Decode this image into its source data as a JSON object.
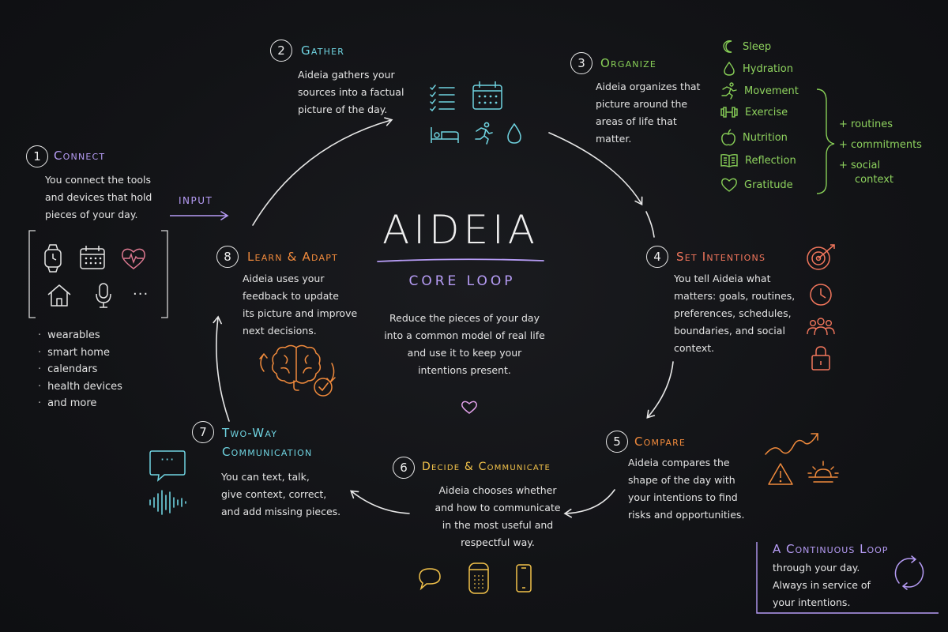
{
  "center": {
    "title": "Aideia",
    "subtitle": "Core Loop",
    "description": [
      "Reduce the pieces of your day",
      "into a common model of real life",
      "and use it to keep your",
      "intentions present."
    ]
  },
  "input_label": "Input",
  "steps": {
    "connect": {
      "number": "1",
      "title": "Connect",
      "lines": [
        "You connect the tools",
        "and devices that hold",
        "pieces of your day."
      ],
      "bullets": [
        "wearables",
        "smart home",
        "calendars",
        "health devices",
        "and more"
      ],
      "device_more": "···"
    },
    "gather": {
      "number": "2",
      "title": "Gather",
      "lines": [
        "Aideia gathers your",
        "sources into a factual",
        "picture of the day."
      ]
    },
    "organize": {
      "number": "3",
      "title": "Organize",
      "lines": [
        "Aideia organizes that",
        "picture around the",
        "areas of life that",
        "matter."
      ],
      "areas": [
        "Sleep",
        "Hydration",
        "Movement",
        "Exercise",
        "Nutrition",
        "Reflection",
        "Gratitude"
      ],
      "extras": [
        "+ routines",
        "+ commitments",
        "+ social",
        "context"
      ]
    },
    "set_intentions": {
      "number": "4",
      "title": "Set Intentions",
      "lines": [
        "You tell Aideia what",
        "matters: goals, routines,",
        "preferences, schedules,",
        "boundaries, and social",
        "context."
      ]
    },
    "compare": {
      "number": "5",
      "title": "Compare",
      "lines": [
        "Aideia compares the",
        "shape of the day with",
        "your intentions to find",
        "risks and opportunities."
      ]
    },
    "decide": {
      "number": "6",
      "title": "Decide & Communicate",
      "lines": [
        "Aideia chooses whether",
        "and how to communicate",
        "in the most useful and",
        "respectful way."
      ]
    },
    "two_way": {
      "number": "7",
      "title_line1": "Two-Way",
      "title_line2": "Communication",
      "lines": [
        "You can text, talk,",
        "give context, correct,",
        "and add missing pieces."
      ],
      "chat_dots": "···"
    },
    "learn": {
      "number": "8",
      "title": "Learn & Adapt",
      "lines": [
        "Aideia uses your",
        "feedback to update",
        "its picture and improve",
        "next decisions."
      ]
    }
  },
  "continuous_loop": {
    "title": "A Continuous Loop",
    "lines": [
      "through your day.",
      "Always in service of",
      "your intentions."
    ]
  },
  "colors": {
    "violet": "#b69cf5",
    "cyan": "#6fd3e0",
    "green": "#88cf57",
    "coral": "#f2765c",
    "orange": "#f08a3c",
    "yellow": "#f2c24a",
    "pink": "#e0a0e8",
    "chalk": "#e8e8e8"
  }
}
